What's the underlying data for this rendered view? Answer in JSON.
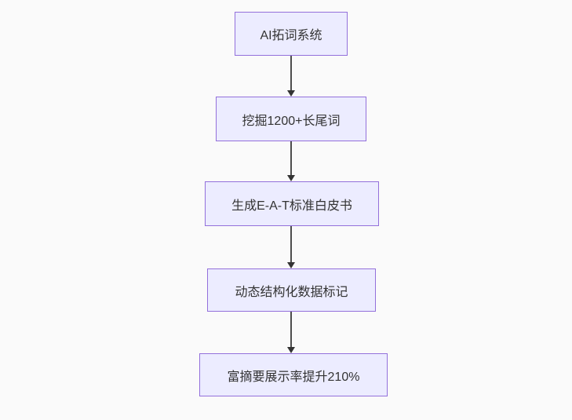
{
  "flowchart": {
    "type": "flowchart",
    "direction": "top-down",
    "nodes": [
      {
        "label": "AI拓词系统"
      },
      {
        "label": "挖掘1200+长尾词"
      },
      {
        "label": "生成E-A-T标准白皮书"
      },
      {
        "label": "动态结构化数据标记"
      },
      {
        "label": "富摘要展示率提升210%"
      }
    ],
    "edges": [
      {
        "from": 0,
        "to": 1
      },
      {
        "from": 1,
        "to": 2
      },
      {
        "from": 2,
        "to": 3
      },
      {
        "from": 3,
        "to": 4
      }
    ]
  },
  "colors": {
    "canvas-bg": "#fafafa",
    "node-fill": "#ececff",
    "node-border": "#9370db",
    "text-color": "#333333",
    "arrow-color": "#4d4d4d",
    "arrow-head-color": "#333333"
  }
}
